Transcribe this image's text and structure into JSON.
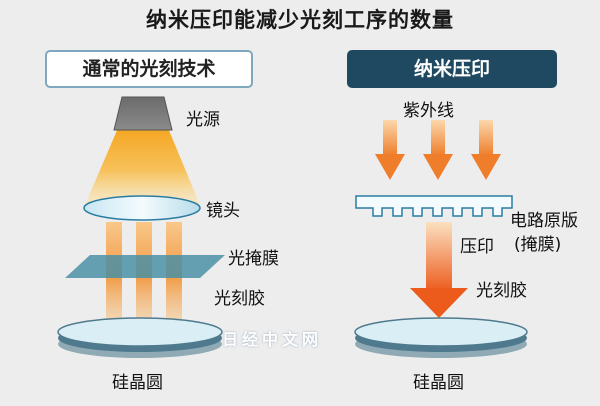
{
  "title": "纳米压印能减少光刻工序的数量",
  "left_panel": {
    "header": "通常的光刻技术",
    "light_source": "光源",
    "lens": "镜头",
    "photomask": "光掩膜",
    "photoresist": "光刻胶",
    "wafer": "硅晶圆"
  },
  "right_panel": {
    "header": "纳米压印",
    "uv": "紫外线",
    "template_line1": "电路原版",
    "template_line2": "(掩膜)",
    "press": "压印",
    "photoresist": "光刻胶",
    "wafer": "硅晶圆"
  },
  "watermark": "日经中文网",
  "colors": {
    "header_dark": "#1f4960",
    "header_border": "#7fa7bd",
    "beam_orange": "#f08a2c",
    "mask_teal": "#4a90a4",
    "wafer_light": "#d9eef5"
  }
}
